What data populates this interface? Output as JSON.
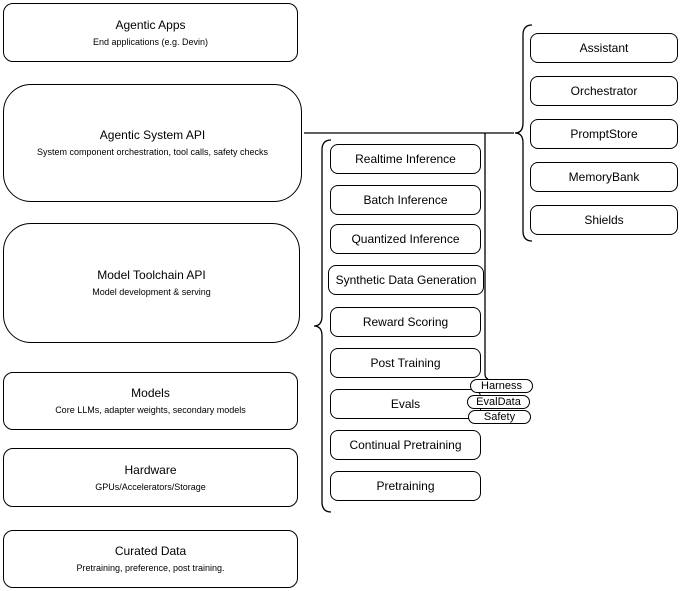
{
  "diagram": {
    "stack": [
      {
        "title": "Agentic Apps",
        "subtitle": "End applications (e.g. Devin)"
      },
      {
        "title": "Agentic System API",
        "subtitle": "System component orchestration, tool calls, safety checks"
      },
      {
        "title": "Model Toolchain API",
        "subtitle": "Model development & serving"
      },
      {
        "title": "Models",
        "subtitle": "Core LLMs, adapter weights, secondary models"
      },
      {
        "title": "Hardware",
        "subtitle": "GPUs/Accelerators/Storage"
      },
      {
        "title": "Curated Data",
        "subtitle": "Pretraining, preference, post training."
      }
    ],
    "toolchain_services": [
      "Realtime Inference",
      "Batch Inference",
      "Quantized Inference",
      "Synthetic Data Generation",
      "Reward Scoring",
      "Post Training",
      "Evals",
      "Continual Pretraining",
      "Pretraining"
    ],
    "eval_components": [
      "Harness",
      "EvalData",
      "Safety"
    ],
    "system_components": [
      "Assistant",
      "Orchestrator",
      "PromptStore",
      "MemoryBank",
      "Shields"
    ],
    "colors": {
      "stroke": "#000000",
      "fill": "#ffffff",
      "text": "#000000"
    }
  }
}
